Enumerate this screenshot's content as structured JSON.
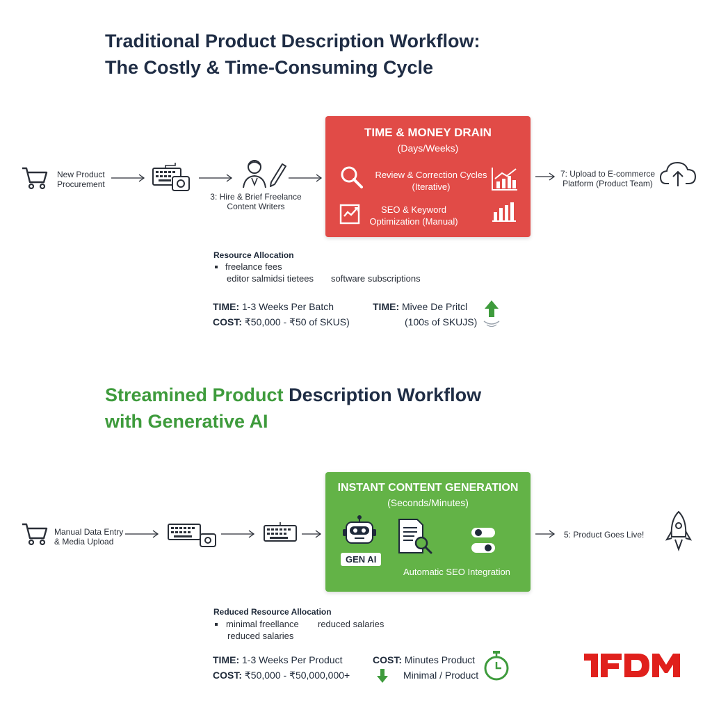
{
  "traditional": {
    "title_line1": "Traditional Product Description Workflow:",
    "title_line2": "The Costly & Time-Consuming Cycle",
    "step1_line1": "New Product",
    "step1_line2": "Procurement",
    "step3_line1": "3: Hire & Brief Freelance",
    "step3_line2": "Content Writers",
    "panel": {
      "title": "TIME & MONEY DRAIN",
      "subtitle": "(Days/Weeks)",
      "item1_line1": "Review & Correction Cycles",
      "item1_line2": "(Iterative)",
      "item2_line1": "SEO & Keyword",
      "item2_line2": "Optimization (Manual)"
    },
    "step7_line1": "7: Upload to E-commerce",
    "step7_line2": "Platform (Product Team)",
    "resources": {
      "heading": "Resource Allocation",
      "item1": "freelance fees",
      "item2": "editor salmidsi tietees",
      "item3": "software subscriptions"
    },
    "stats": {
      "time_label": "TIME:",
      "time_value": "1-3 Weeks Per Batch",
      "cost_label": "COST:",
      "cost_value": "₹50,000 - ₹50 of SKUS)",
      "time2_label": "TIME:",
      "time2_value": "Mivee De Pritcl",
      "time2_sub": "(100s of SKUJS)"
    }
  },
  "streamlined": {
    "title_green1": "Streamined Product",
    "title_dark1": " Description Workflow",
    "title_green2": "with Generative AI",
    "step1_line1": "Manual Data Entry",
    "step1_line2": "& Media Upload",
    "panel": {
      "title": "INSTANT CONTENT GENERATION",
      "subtitle": "(Seconds/Minutes)",
      "gen_ai_label": "GEN AI",
      "seo_label": "Automatic SEO Integration"
    },
    "step5": "5: Product Goes Live!",
    "resources": {
      "heading": "Reduced Resource Allocation",
      "item1": "minimal freellance",
      "item2": "reduced salaries",
      "item3": "reduced salaries"
    },
    "stats": {
      "time_label": "TIME:",
      "time_value": "1-3 Weeks Per Product",
      "cost_label": "COST:",
      "cost_value": "₹50,000 - ₹50,000,000+",
      "cost2_label": "COST:",
      "cost2_value": "Minutes Product",
      "cost2_sub": "Minimal / Product"
    }
  },
  "logo": {
    "text": "1FDM"
  },
  "colors": {
    "red_panel": "#e14b47",
    "green_panel": "#63b347",
    "title_dark": "#1f2d45",
    "title_green": "#3e9b3c"
  }
}
